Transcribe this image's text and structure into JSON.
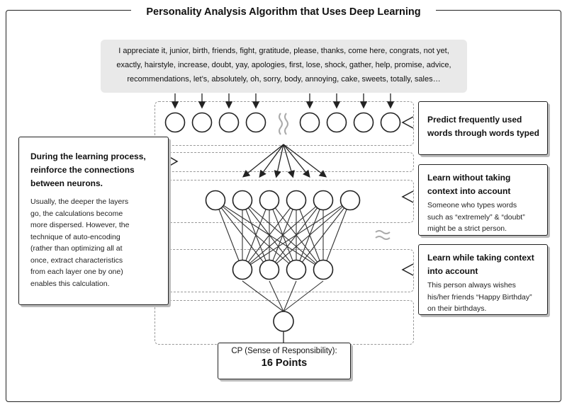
{
  "title": "Personality Analysis Algorithm that Uses Deep Learning",
  "words": {
    "line1": "I appreciate it, junior, birth, friends, fight, gratitude, please, thanks, come here, congrats, not yet,",
    "line2": "exactly, hairstyle, increase, doubt, yay, apologies, first, lose, shock, gather, help, promise, advice,",
    "line3": "recommendations, let’s, absolutely, oh, sorry, body, annoying, cake, sweets, totally, sales…"
  },
  "left_callout": {
    "heading": [
      "During the learning process,",
      "reinforce the connections",
      "between neurons."
    ],
    "body": [
      "Usually, the deeper the layers",
      "go, the calculations become",
      "more dispersed. However, the",
      "technique of auto-encoding",
      "(rather than optimizing all at",
      "once, extract characteristics",
      "from each layer one by one)",
      "enables this calculation."
    ]
  },
  "right_callouts": [
    {
      "heading": [
        "Predict frequently used",
        "words through words typed"
      ],
      "body": []
    },
    {
      "heading": [
        "Learn without taking",
        "context into account"
      ],
      "body": [
        "Someone who types words",
        "such as “extremely” & “doubt”",
        "might be a strict person."
      ]
    },
    {
      "heading": [
        "Learn while taking context",
        "into account"
      ],
      "body": [
        "This person always wishes",
        "his/her friends “Happy Birthday”",
        "on their birthdays."
      ]
    }
  ],
  "result": {
    "label": "CP (Sense of Responsibility):",
    "value": "16 Points"
  }
}
